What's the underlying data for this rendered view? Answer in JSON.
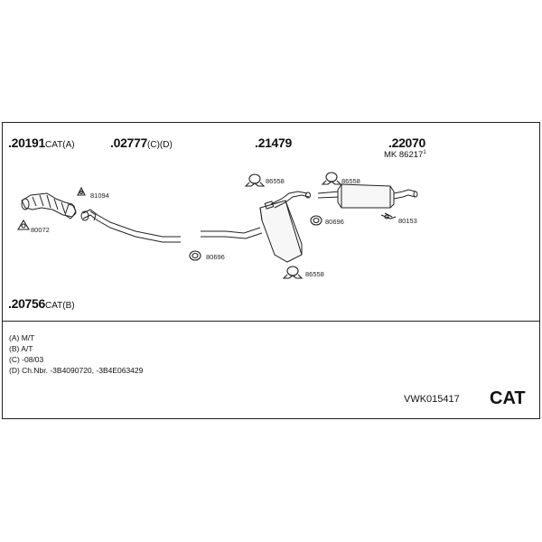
{
  "parts": [
    {
      "number": ".20191",
      "suffix": "CAT(A)"
    },
    {
      "number": ".02777",
      "suffix": "(C)(D)"
    },
    {
      "number": ".21479",
      "suffix": ""
    },
    {
      "number": ".22070",
      "suffix": ""
    },
    {
      "number": ".20756",
      "suffix": "CAT(B)"
    }
  ],
  "mk": {
    "text": "MK  86217",
    "mark": "1"
  },
  "fittings": [
    "81094",
    "80072",
    "80696",
    "86558",
    "86558",
    "80696",
    "80153",
    "86558"
  ],
  "legend": [
    "(A) M/T",
    "(B) A/T",
    "(C) -08/03",
    "(D) Ch.Nbr. -3B4090720, -3B4E063429"
  ],
  "kit_code": "VWK015417",
  "category": "CAT"
}
